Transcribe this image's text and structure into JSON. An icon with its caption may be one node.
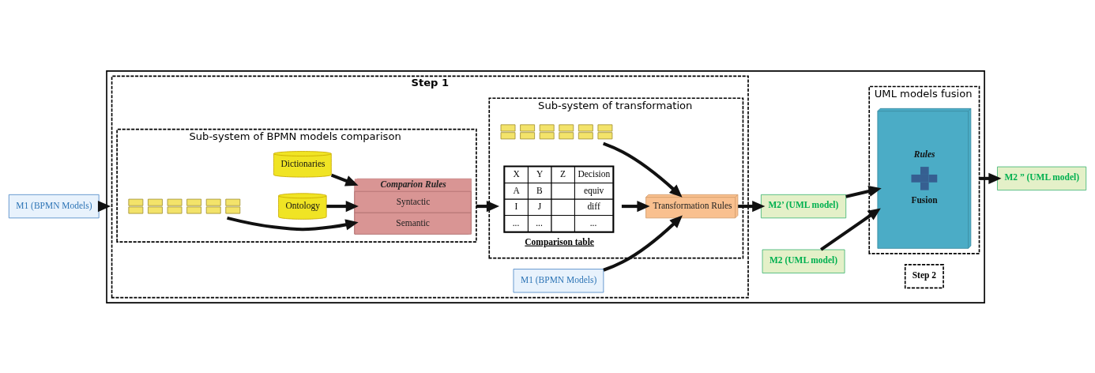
{
  "diagram": {
    "nodes": [
      {
        "text": [
          "M1 (BPMN Models)"
        ]
      },
      {
        "text": [],
        "shape": "box"
      },
      {
        "text": [
          "Step 1"
        ],
        "in": 1
      },
      {
        "text": [
          "Sub-system of BPMN models comparison"
        ],
        "in": 2
      },
      {
        "text": [],
        "shape": "picture",
        "in": 3
      },
      {
        "text": [
          "Comparion Rules",
          "Syntactic",
          "Semantic"
        ],
        "in": 3
      },
      {
        "text": [
          "Ontology"
        ],
        "in": 3
      },
      {
        "text": [
          "Dictionaries"
        ],
        "in": 3
      },
      {
        "text": [
          "M1 (BPMN Models)"
        ],
        "in": 2
      },
      {
        "text": [
          "Sub-system of transformation"
        ],
        "in": 2
      },
      {
        "text": [],
        "shape": "picture",
        "in": 9
      },
      {
        "text": [
          "Transformation Rules"
        ],
        "in": 9
      },
      {
        "text": [
          "X",
          "Y",
          "Z",
          "Decision",
          "A",
          "B",
          "equiv",
          "I",
          "J",
          "diff",
          "...",
          "...",
          "...",
          "Comparison table"
        ],
        "in": 9
      },
      {
        "text": [
          "Step 2"
        ],
        "in": 1
      },
      {
        "text": [
          "UML models fusion"
        ],
        "in": 1
      },
      {
        "text": [
          "Rules",
          "Fusion"
        ],
        "in": 14
      },
      {
        "text": [
          "M2’ (UML model)"
        ],
        "in": 1
      },
      {
        "text": [
          "M2 (UML model)"
        ],
        "in": 1
      },
      {
        "text": [
          "M2 ” (UML model)"
        ]
      }
    ],
    "edges": [
      {
        "from": 0,
        "to": 1,
        "arrow": "to"
      },
      {
        "from": 4,
        "to": 5,
        "arrow": "to"
      },
      {
        "from": 6,
        "to": 5,
        "arrow": "to"
      },
      {
        "from": 7,
        "to": 5,
        "arrow": "to"
      },
      {
        "from": 3,
        "to": 12,
        "arrow": "to"
      },
      {
        "from": 8,
        "to": 11,
        "arrow": "to"
      },
      {
        "from": 10,
        "to": 11,
        "arrow": "to"
      },
      {
        "from": 12,
        "to": 11,
        "arrow": "to"
      },
      {
        "from": 11,
        "to": 16,
        "arrow": "to"
      },
      {
        "from": 16,
        "to": 15,
        "arrow": "to"
      },
      {
        "from": 17,
        "to": 15,
        "arrow": "to"
      },
      {
        "from": 14,
        "to": 18,
        "arrow": "to"
      }
    ]
  }
}
